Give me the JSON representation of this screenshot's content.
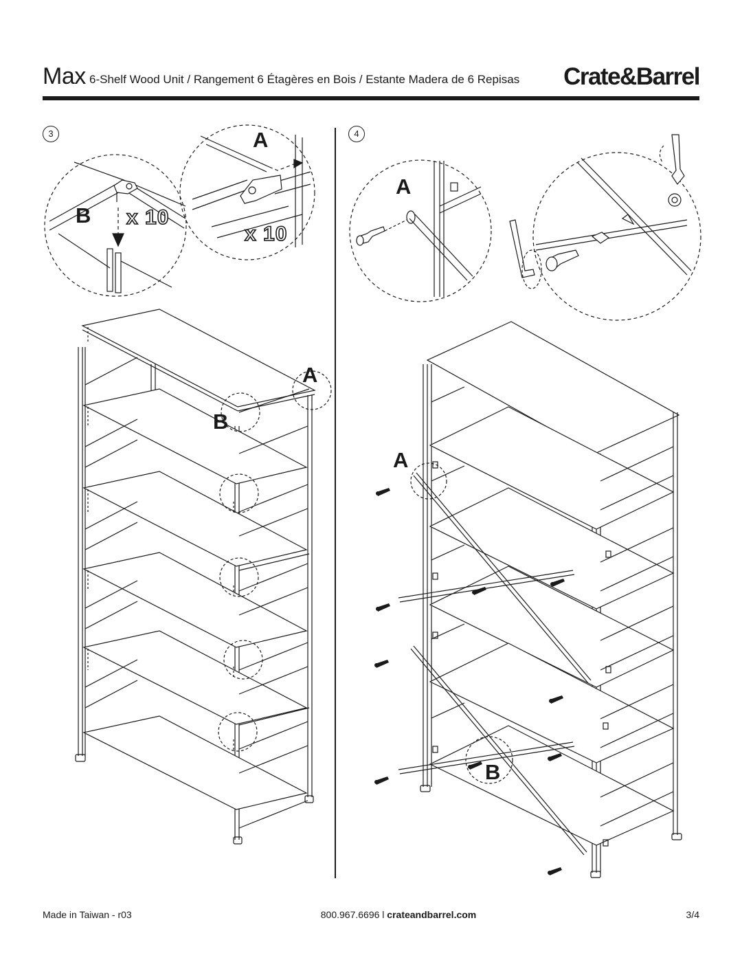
{
  "header": {
    "product": "Max",
    "description": "6-Shelf Wood Unit / Rangement 6 Étagères en Bois / Estante Madera de 6 Repisas",
    "brand": "Crate&Barrel"
  },
  "step3": {
    "number": "3",
    "detail_a_label": "A",
    "detail_b_label": "B",
    "qty_b": "x 10",
    "qty_a": "x 10",
    "callout_a": "A",
    "callout_b": "B"
  },
  "step4": {
    "number": "4",
    "detail_a_label": "A",
    "callout_a": "A",
    "callout_b": "B"
  },
  "footer": {
    "origin": "Made in Taiwan - r03",
    "phone": "800.967.6696",
    "separator": "l",
    "website": "crateandbarrel.com",
    "page": "3/4"
  }
}
